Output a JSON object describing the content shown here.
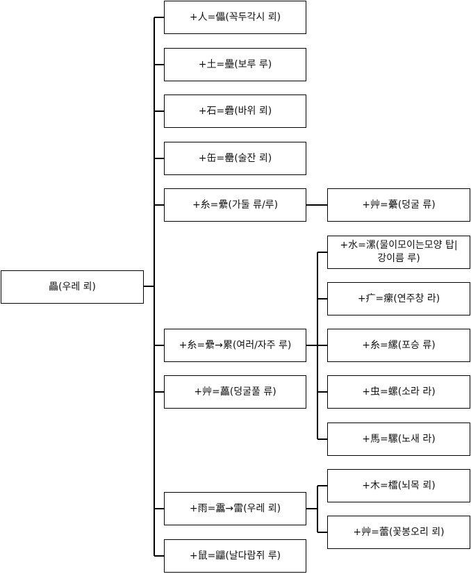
{
  "root": {
    "label": "畾(우레 뢰)"
  },
  "children": [
    {
      "id": "1",
      "label": "+人=儡(꼭두각시 뢰)"
    },
    {
      "id": "2",
      "label": "+土=壘(보루 루)"
    },
    {
      "id": "3",
      "label": "+石=礨(바위 뢰)"
    },
    {
      "id": "4",
      "label": "+缶=罍(술잔 뢰)"
    },
    {
      "id": "5",
      "label": "+糸=纍(가둘 류/루)"
    },
    {
      "id": "6",
      "label": "+糸=纍→累(여러/자주 루)"
    },
    {
      "id": "7",
      "label": "+艸=藟(덩굴풀 류)"
    },
    {
      "id": "8",
      "label": "+雨=靁→雷(우레 뢰)"
    },
    {
      "id": "9",
      "label": "+鼠=鼺(날다람쥐 루)"
    }
  ],
  "grandchildren": {
    "5": [
      {
        "id": "5a",
        "label": "+艸=虆(덩굴 류)"
      }
    ],
    "6": [
      {
        "id": "6a",
        "label": "+水=漯(물이모이는모양 탑|\n강이름 루)"
      },
      {
        "id": "6b",
        "label": "+疒=瘰(연주창 라)"
      },
      {
        "id": "6c",
        "label": "+糸=縲(포승 류)"
      },
      {
        "id": "6d",
        "label": "+虫=螺(소라 라)"
      },
      {
        "id": "6e",
        "label": "+馬=騾(노새 라)"
      }
    ],
    "8": [
      {
        "id": "8a",
        "label": "+木=檑(뇌목 뢰)"
      },
      {
        "id": "8b",
        "label": "+艸=蕾(꽃봉오리 뢰)"
      }
    ]
  }
}
